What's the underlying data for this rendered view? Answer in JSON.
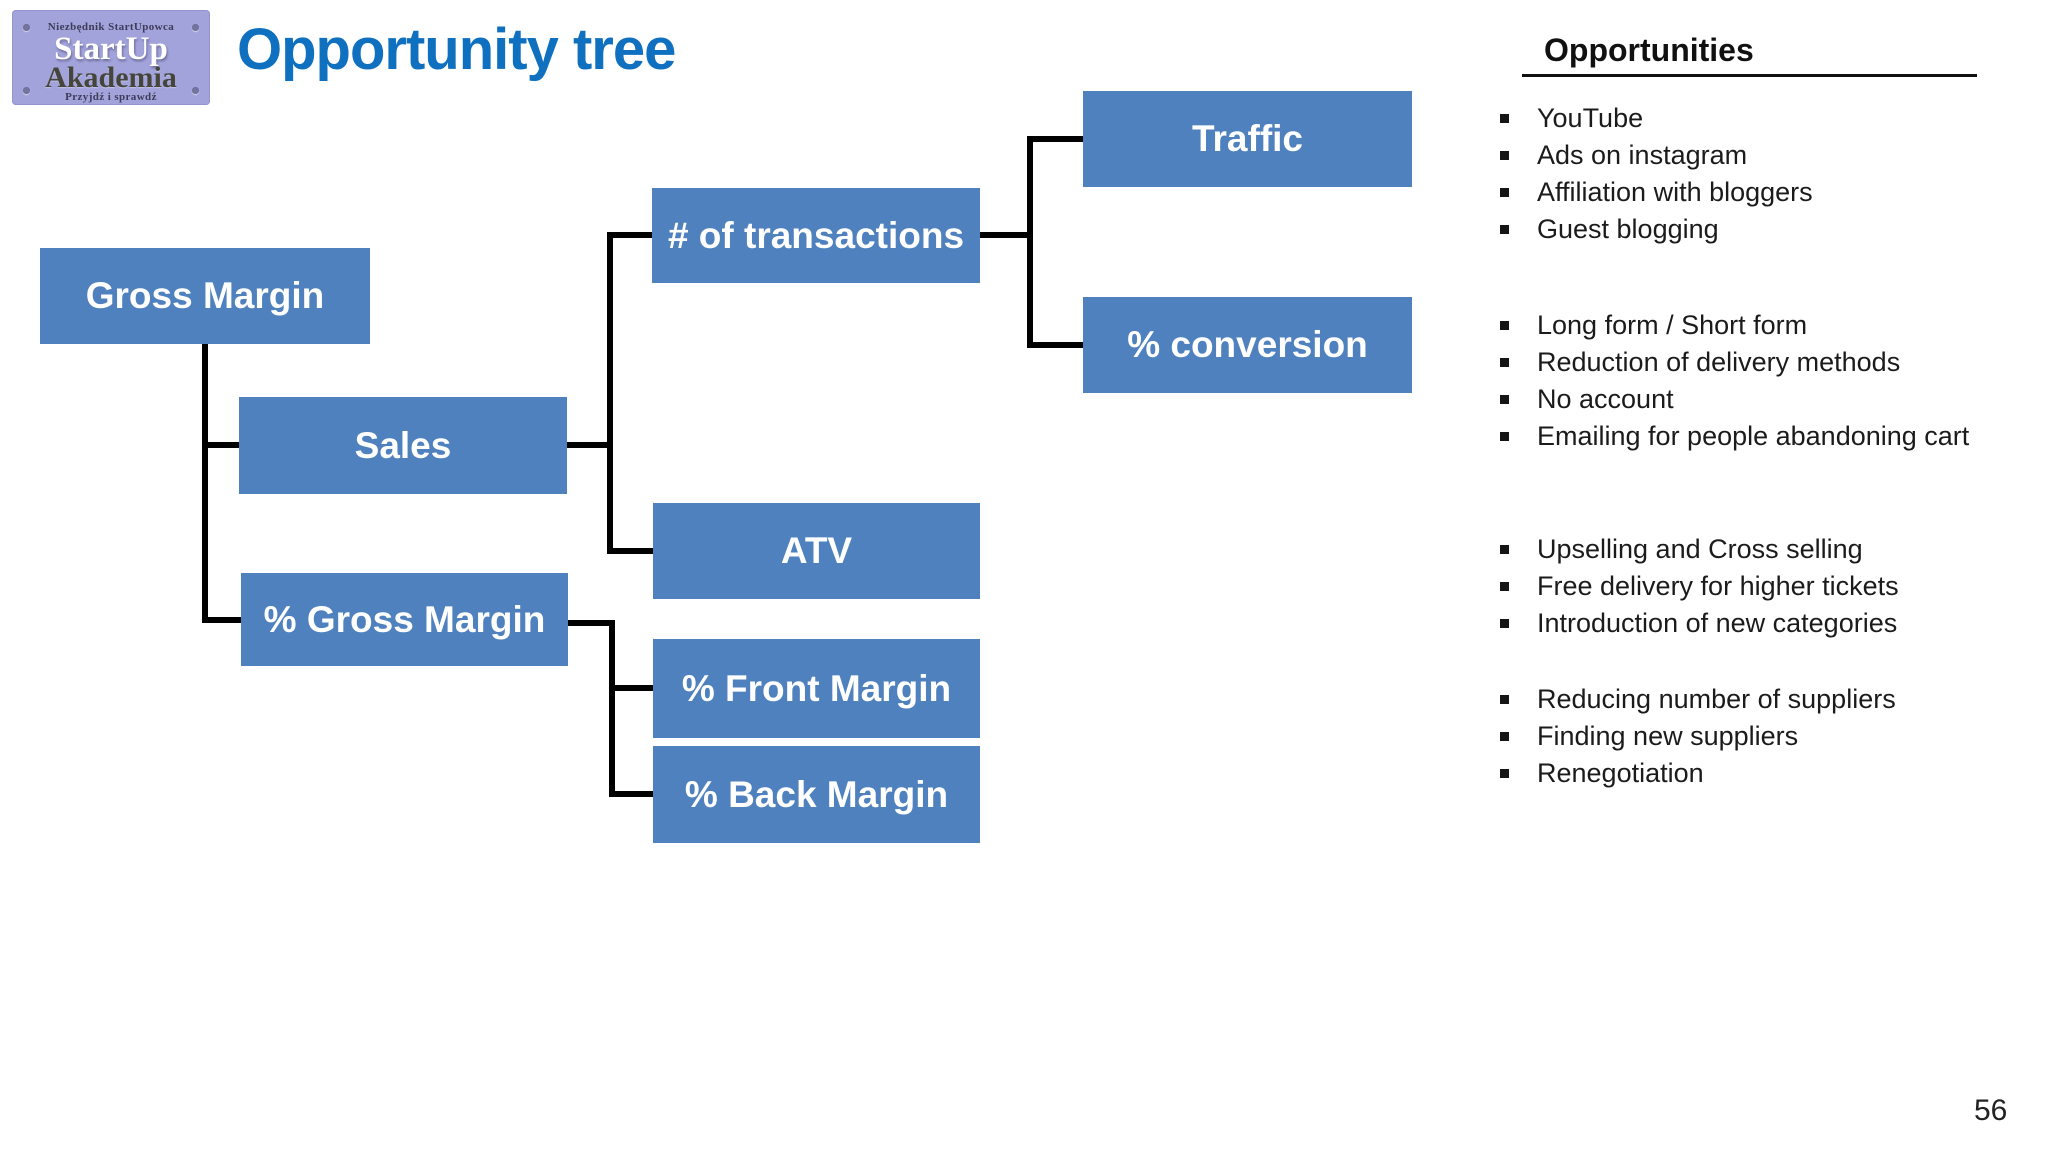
{
  "title": "Opportunity tree",
  "logo": {
    "tagline_top": "Niezbędnik StartUpowca",
    "name_line1": "StartUp",
    "name_line2": "Akademia",
    "tagline_bottom": "Przyjdź i sprawdź"
  },
  "colors": {
    "node_blue": "#4e81bd",
    "title_blue": "#0e70bf",
    "connector_black": "#000000",
    "logo_purple": "#a3a3dc"
  },
  "tree": {
    "nodes": [
      {
        "id": "gross-margin",
        "label": "Gross Margin"
      },
      {
        "id": "sales",
        "label": "Sales"
      },
      {
        "id": "pct-gross-margin",
        "label": "% Gross Margin"
      },
      {
        "id": "num-transactions",
        "label": "# of transactions"
      },
      {
        "id": "atv",
        "label": "ATV"
      },
      {
        "id": "pct-front-margin",
        "label": "% Front Margin"
      },
      {
        "id": "pct-back-margin",
        "label": "% Back Margin"
      },
      {
        "id": "traffic",
        "label": "Traffic"
      },
      {
        "id": "pct-conversion",
        "label": "% conversion"
      }
    ]
  },
  "opportunities": {
    "title": "Opportunities",
    "groups": [
      {
        "items": [
          "YouTube",
          "Ads on instagram",
          "Affiliation with bloggers",
          "Guest blogging"
        ]
      },
      {
        "items": [
          "Long form / Short form",
          "Reduction of delivery methods",
          "No account",
          "Emailing for people abandoning cart"
        ]
      },
      {
        "items": [
          "Upselling and Cross selling",
          "Free delivery for higher tickets",
          "Introduction of new categories"
        ]
      },
      {
        "items": [
          "Reducing number of suppliers",
          "Finding new suppliers",
          "Renegotiation"
        ]
      }
    ]
  },
  "page_number": "56"
}
